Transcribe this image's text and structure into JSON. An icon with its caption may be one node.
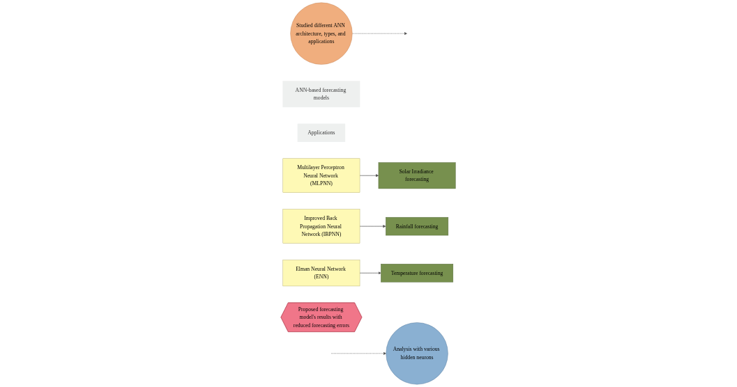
{
  "diagram": {
    "nodes": [
      {
        "text": [
          "Studied different ANN architecture, types, and applications"
        ]
      },
      {
        "text": [
          "ANN-based forecasting models"
        ]
      },
      {
        "text": [
          "Applications"
        ]
      },
      {
        "text": [
          "Analysis with various hidden neurons"
        ]
      },
      {
        "text": [
          "Multilayer Perceptron Neural Network (MLPNN)"
        ]
      },
      {
        "text": [
          "Solar Irradiance forecasting"
        ]
      },
      {
        "text": [
          "Improved Back Propagation Neural Network (IBPNN)"
        ]
      },
      {
        "text": [
          "Rainfall forecasting"
        ]
      },
      {
        "text": [
          "Elman Neural Network (ENN)"
        ]
      },
      {
        "text": [
          "Temperature forecasting"
        ]
      },
      {
        "text": [
          "Proposed forecasting model's results with reduced forecasting errors"
        ]
      }
    ],
    "edges": [
      {
        "from": 0,
        "to": null,
        "arrow": "to",
        "style": "dashed"
      },
      {
        "from": 4,
        "to": 5,
        "arrow": "to"
      },
      {
        "from": 6,
        "to": 7,
        "arrow": "to"
      },
      {
        "from": 8,
        "to": 9,
        "arrow": "to"
      },
      {
        "from": null,
        "to": 3,
        "arrow": "to",
        "style": "dashed"
      }
    ]
  }
}
